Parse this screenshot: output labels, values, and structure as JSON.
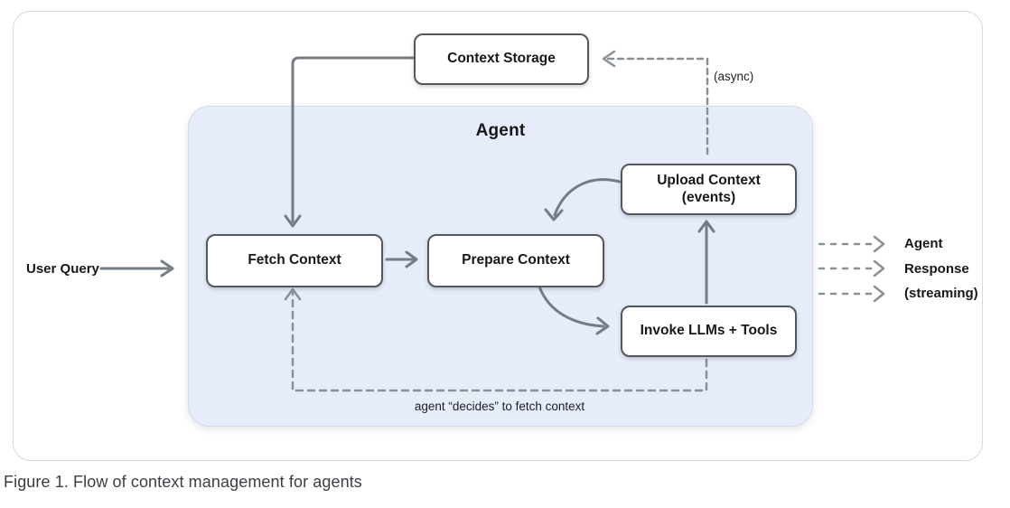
{
  "diagram": {
    "agent": {
      "title": "Agent"
    },
    "nodes": {
      "context_storage": "Context Storage",
      "fetch_context": "Fetch Context",
      "prepare_context": "Prepare Context",
      "upload_context_line1": "Upload Context",
      "upload_context_line2": "(events)",
      "invoke_llms": "Invoke LLMs + Tools"
    },
    "labels": {
      "user_query": "User Query",
      "async": "(async)",
      "agent_decides": "agent “decides” to fetch context",
      "output_line1": "Agent",
      "output_line2": "Response",
      "output_line3": "(streaming)"
    },
    "caption": "Figure 1. Flow of context management for agents",
    "colors": {
      "agent_container_bg": "#e6ecfa",
      "node_border": "#54585e",
      "solid_arrow": "#767c83",
      "dashed_arrow": "#8a9096",
      "outer_border": "#d7dade",
      "text": "#16181b",
      "caption_text": "#3a3f44"
    }
  }
}
